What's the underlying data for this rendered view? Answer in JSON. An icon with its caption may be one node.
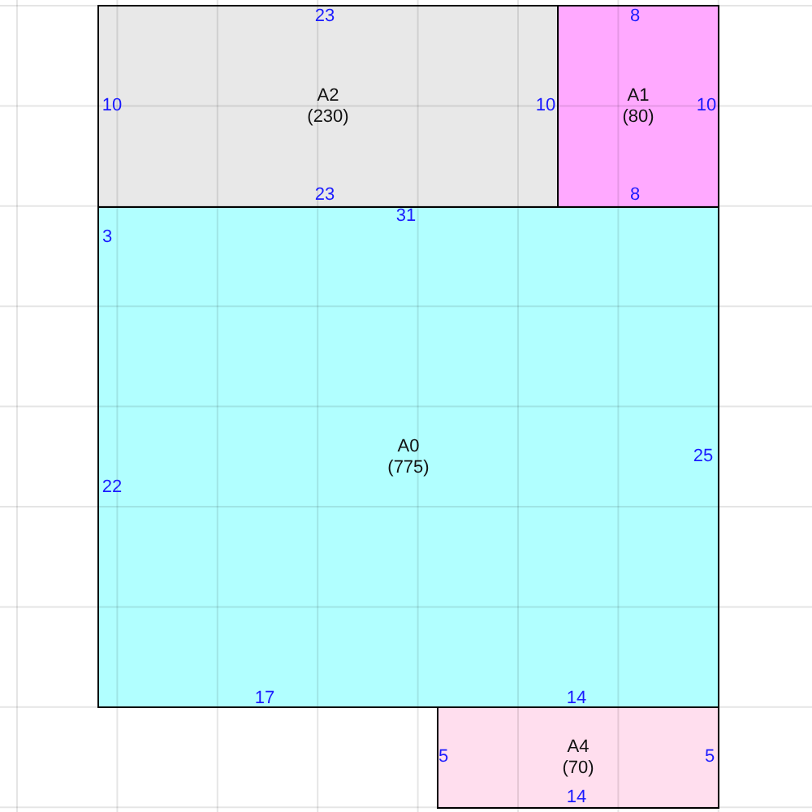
{
  "diagram": {
    "nodes": [
      {
        "text": [
          "A2",
          "(230)"
        ]
      },
      {
        "text": [
          "A1",
          "(80)"
        ]
      },
      {
        "text": [
          "A0",
          "(775)"
        ]
      },
      {
        "text": [
          "A4",
          "(70)"
        ]
      }
    ],
    "labels": [
      "23",
      "8",
      "10",
      "10",
      "10",
      "23",
      "8",
      "31",
      "3",
      "22",
      "25",
      "17",
      "14",
      "5",
      "5",
      "14"
    ]
  }
}
